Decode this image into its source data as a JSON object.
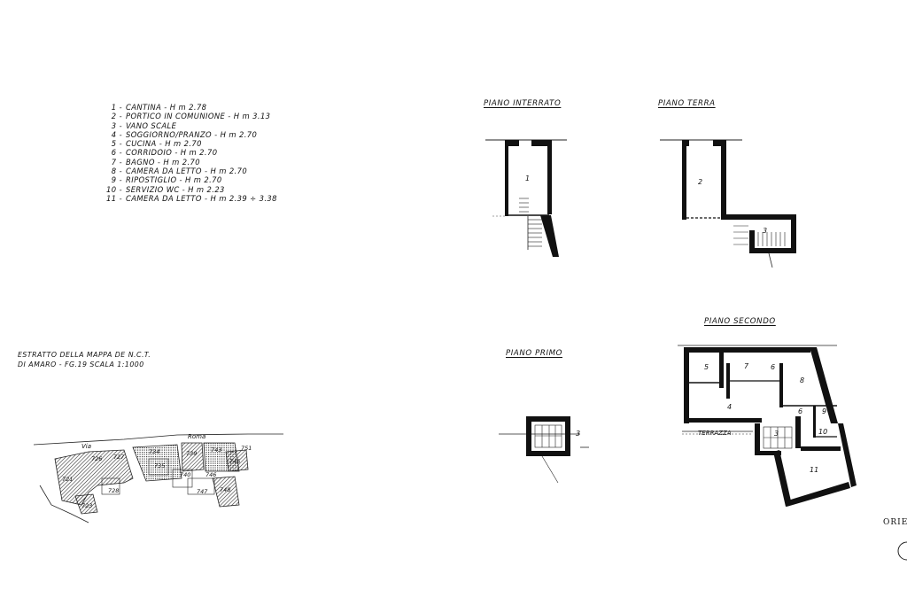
{
  "legend": [
    {
      "num": "1 -",
      "text": "CANTINA -        H m 2.78"
    },
    {
      "num": "2 -",
      "text": "PORTICO IN COMUNIONE - H m 3.13"
    },
    {
      "num": "3 -",
      "text": "VANO SCALE"
    },
    {
      "num": "4 -",
      "text": "SOGGIORNO/PRANZO -  H m 2.70"
    },
    {
      "num": "5 -",
      "text": "CUCINA - H m 2.70"
    },
    {
      "num": "6 -",
      "text": "CORRIDOIO - H m 2.70"
    },
    {
      "num": "7 -",
      "text": "BAGNO - H m 2.70"
    },
    {
      "num": "8 -",
      "text": "CAMERA DA LETTO - H m 2.70"
    },
    {
      "num": "9 -",
      "text": "RIPOSTIGLIO - H m 2.70"
    },
    {
      "num": "10 -",
      "text": "SERVIZIO WC - H m 2.23"
    },
    {
      "num": "11 -",
      "text": "CAMERA DA LETTO - H m 2.39 ÷ 3.38"
    }
  ],
  "floors": {
    "interrato": "PIANO INTERRATO",
    "terra": "PIANO TERRA",
    "primo": "PIANO PRIMO",
    "secondo": "PIANO SECONDO"
  },
  "extract": {
    "line1": "ESTRATTO DELLA MAPPA DE N.C.T.",
    "line2": "DI AMARO - FG.19  SCALA 1:1000"
  },
  "map": {
    "street_a": "Via",
    "street_b": "Roma",
    "parcels": [
      "721",
      "726",
      "727",
      "728",
      "734",
      "735",
      "739",
      "740",
      "743",
      "745",
      "746",
      "747",
      "748",
      "723",
      "751"
    ]
  },
  "rooms": {
    "r1": "1",
    "r2": "2",
    "r3": "3",
    "r4": "4",
    "r5": "5",
    "r6": "6",
    "r7": "7",
    "r8": "8",
    "r9": "9",
    "r10": "10",
    "r11": "11",
    "terrazza": "TERRAZZA"
  },
  "orientation": "ORIE"
}
